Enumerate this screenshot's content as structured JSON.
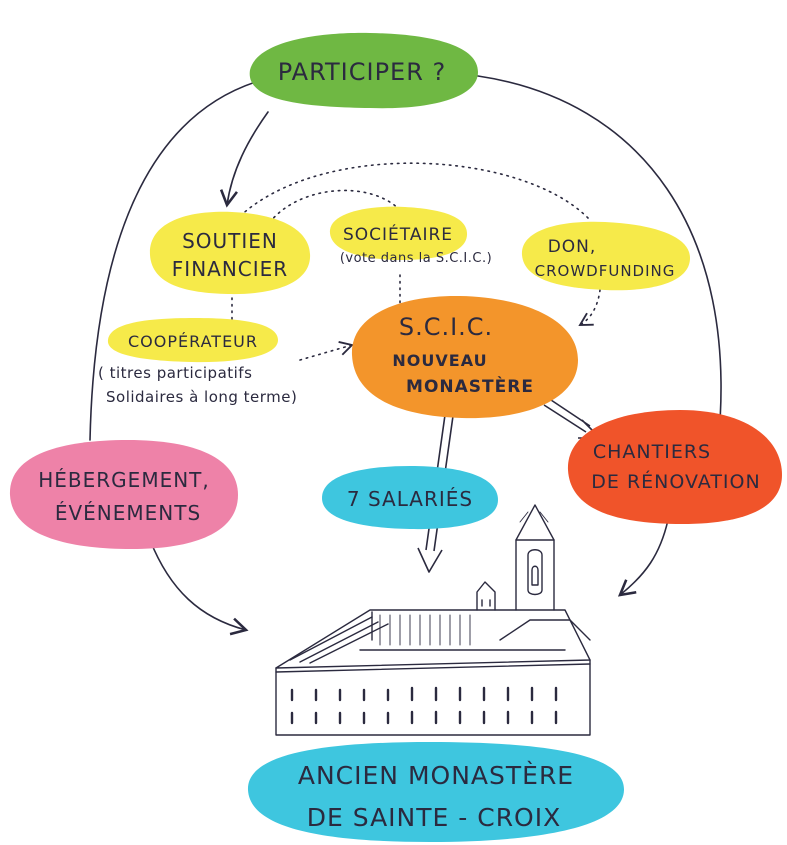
{
  "colors": {
    "green": "#6fb843",
    "yellow": "#f6ea4a",
    "orange": "#f3952b",
    "red": "#f0542a",
    "pink": "#ee82a8",
    "cyan": "#3ec6df",
    "ink": "#2b2a3f"
  },
  "nodes": {
    "participer": {
      "lines": [
        "PARTICIPER ?"
      ]
    },
    "soutien": {
      "lines": [
        "SOUTIEN",
        "FINANCIER"
      ]
    },
    "societaire": {
      "lines": [
        "SOCIÉTAIRE"
      ],
      "note": "(vote dans la S.C.I.C.)"
    },
    "don": {
      "lines": [
        "DON,",
        "CROWDFUNDING"
      ]
    },
    "cooperateur": {
      "lines": [
        "COOPÉRATEUR"
      ],
      "note_lines": [
        "( titres participatifs",
        "Solidaires à long terme)"
      ]
    },
    "scic": {
      "lines": [
        "S.C.I.C.",
        "NOUVEAU",
        "MONASTÈRE"
      ]
    },
    "chantiers": {
      "lines": [
        "CHANTIERS",
        "DE RÉNOVATION"
      ]
    },
    "salaries": {
      "lines": [
        "7 SALARIÉS"
      ]
    },
    "hebergement": {
      "lines": [
        "HÉBERGEMENT,",
        "ÉVÉNEMENTS"
      ]
    },
    "monastere": {
      "lines": [
        "ANCIEN MONASTÈRE",
        "DE SAINTE - CROIX"
      ]
    }
  }
}
